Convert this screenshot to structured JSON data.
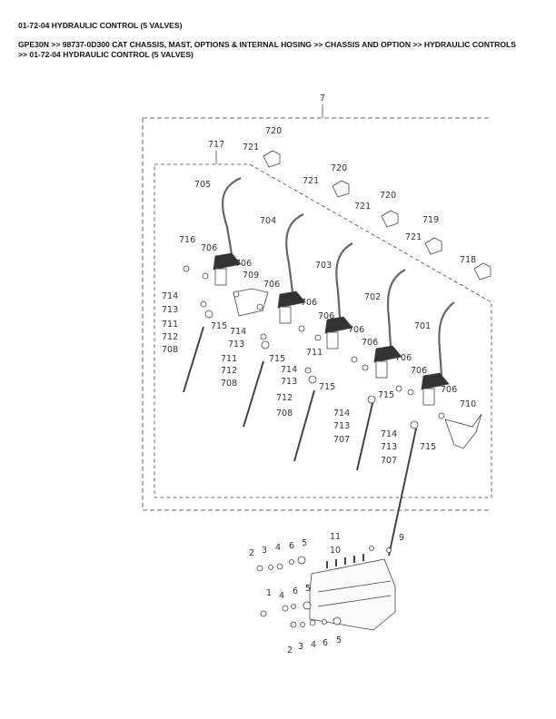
{
  "page": {
    "title": "01-72-04 HYDRAULIC CONTROL (5 VALVES)",
    "breadcrumb_line1": "GPE30N >> 98737-0D300 CAT CHASSIS, MAST, OPTIONS & INTERNAL HOSING >> CHASSIS AND OPTION >> HYDRAULIC CONTROLS",
    "breadcrumb_line2": ">> 01-72-04 HYDRAULIC CONTROL (5 VALVES)"
  },
  "diagram": {
    "callouts": [
      {
        "id": "c7",
        "text": "7"
      },
      {
        "id": "c717",
        "text": "717"
      },
      {
        "id": "c721a",
        "text": "721"
      },
      {
        "id": "c720a",
        "text": "720"
      },
      {
        "id": "c705",
        "text": "705"
      },
      {
        "id": "c721b",
        "text": "721"
      },
      {
        "id": "c720b",
        "text": "720"
      },
      {
        "id": "c704",
        "text": "704"
      },
      {
        "id": "c721c",
        "text": "721"
      },
      {
        "id": "c720c",
        "text": "720"
      },
      {
        "id": "c703",
        "text": "703"
      },
      {
        "id": "c721d",
        "text": "721"
      },
      {
        "id": "c719",
        "text": "719"
      },
      {
        "id": "c702",
        "text": "702"
      },
      {
        "id": "c718",
        "text": "718"
      },
      {
        "id": "c701",
        "text": "701"
      },
      {
        "id": "c716",
        "text": "716"
      },
      {
        "id": "c706a",
        "text": "706"
      },
      {
        "id": "c706b",
        "text": "706"
      },
      {
        "id": "c709",
        "text": "709"
      },
      {
        "id": "c706c",
        "text": "706"
      },
      {
        "id": "c706d",
        "text": "706"
      },
      {
        "id": "c706e",
        "text": "706"
      },
      {
        "id": "c706f",
        "text": "706"
      },
      {
        "id": "c706g",
        "text": "706"
      },
      {
        "id": "c706h",
        "text": "706"
      },
      {
        "id": "c706i",
        "text": "706"
      },
      {
        "id": "c706j",
        "text": "706"
      },
      {
        "id": "c714a",
        "text": "714"
      },
      {
        "id": "c713a",
        "text": "713"
      },
      {
        "id": "c711a",
        "text": "711"
      },
      {
        "id": "c715a",
        "text": "715"
      },
      {
        "id": "c712a",
        "text": "712"
      },
      {
        "id": "c708a",
        "text": "708"
      },
      {
        "id": "c714b",
        "text": "714"
      },
      {
        "id": "c713b",
        "text": "713"
      },
      {
        "id": "c711b",
        "text": "711"
      },
      {
        "id": "c715b",
        "text": "715"
      },
      {
        "id": "c712b",
        "text": "712"
      },
      {
        "id": "c708b",
        "text": "708"
      },
      {
        "id": "c711c",
        "text": "711"
      },
      {
        "id": "c714c",
        "text": "714"
      },
      {
        "id": "c713c",
        "text": "713"
      },
      {
        "id": "c715c",
        "text": "715"
      },
      {
        "id": "c712c",
        "text": "712"
      },
      {
        "id": "c708c",
        "text": "708"
      },
      {
        "id": "c715d",
        "text": "715"
      },
      {
        "id": "c714d",
        "text": "714"
      },
      {
        "id": "c713d",
        "text": "713"
      },
      {
        "id": "c707a",
        "text": "707"
      },
      {
        "id": "c714e",
        "text": "714"
      },
      {
        "id": "c713e",
        "text": "713"
      },
      {
        "id": "c715e",
        "text": "715"
      },
      {
        "id": "c707b",
        "text": "707"
      },
      {
        "id": "c710",
        "text": "710"
      },
      {
        "id": "c11",
        "text": "11"
      },
      {
        "id": "c9",
        "text": "9"
      },
      {
        "id": "c10",
        "text": "10"
      },
      {
        "id": "c2a",
        "text": "2"
      },
      {
        "id": "c3a",
        "text": "3"
      },
      {
        "id": "c4a",
        "text": "4"
      },
      {
        "id": "c6a",
        "text": "6"
      },
      {
        "id": "c5a",
        "text": "5"
      },
      {
        "id": "c1",
        "text": "1"
      },
      {
        "id": "c4b",
        "text": "4"
      },
      {
        "id": "c6b",
        "text": "6"
      },
      {
        "id": "c5b",
        "text": "5"
      },
      {
        "id": "c2b",
        "text": "2"
      },
      {
        "id": "c3b",
        "text": "3"
      },
      {
        "id": "c4c",
        "text": "4"
      },
      {
        "id": "c6c",
        "text": "6"
      },
      {
        "id": "c5c",
        "text": "5"
      }
    ]
  }
}
